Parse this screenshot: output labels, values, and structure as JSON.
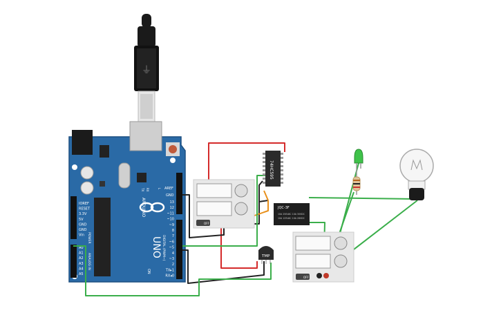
{
  "colors": {
    "board": "#2a6aa6",
    "board_edge": "#1c4f80",
    "wire_green": "#3aae4a",
    "wire_red": "#d42a2a",
    "wire_black": "#222222",
    "wire_orange": "#e8901c",
    "supply_body": "#e8e8e8",
    "led_green": "#3fc24a",
    "chip": "#2b2b2b"
  },
  "arduino": {
    "logo_text": "UNO",
    "brand": "ARDUINO",
    "on_label": "ON",
    "tx_label": "TX",
    "rx_label": "RX",
    "l_label": "L",
    "header_aref": "AREF",
    "header_gnd": "GND",
    "digital_pins": [
      "13",
      "12",
      "~11",
      "~10",
      "~9",
      "8",
      "7",
      "~6",
      "~5",
      "4",
      "~3",
      "2",
      "TX▸1",
      "RX◂0"
    ],
    "digital_label": "DIGITAL (PWM~)",
    "power_pins": [
      "IOREF",
      "RESET",
      "3.3V",
      "5V",
      "GND",
      "GND",
      "Vin"
    ],
    "power_label": "POWER",
    "analog_pins": [
      "A0",
      "A1",
      "A2",
      "A3",
      "A4",
      "A5"
    ],
    "analog_label": "ANALOG IN"
  },
  "shift_register": {
    "label": "74HC595"
  },
  "relay": {
    "line1": "JQC-3F",
    "line2": "10A 250VAC 10A 30VDC",
    "line3": "10A 125VAC 10A 28VDC"
  },
  "temp_sensor": {
    "label": "TMP"
  },
  "power_supply_1": {
    "label": "OFF",
    "plus": "+",
    "minus": "-"
  },
  "power_supply_2": {
    "label": "OFF",
    "plus": "+",
    "minus": "-"
  }
}
